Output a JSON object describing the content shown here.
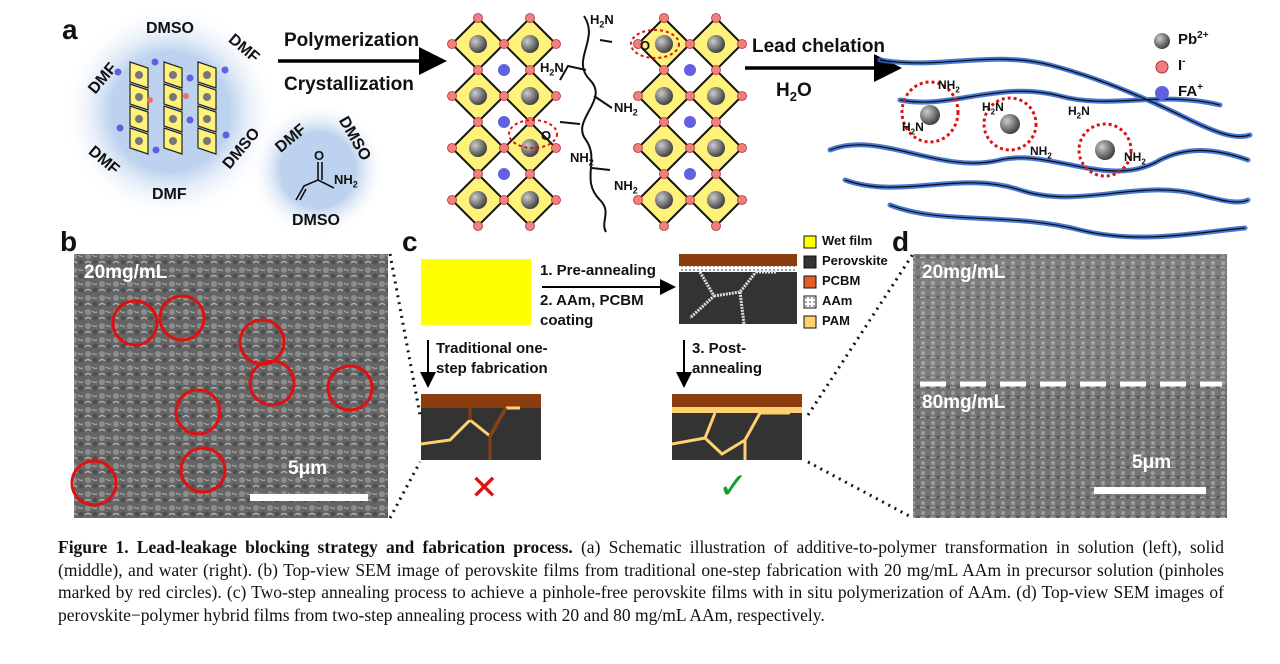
{
  "panels": {
    "a": "a",
    "b": "b",
    "c": "c",
    "d": "d"
  },
  "panel_a": {
    "solvents": [
      "DMSO",
      "DMF",
      "DMF",
      "DMSO",
      "DMF",
      "DMF",
      "DMSO",
      "DMSO"
    ],
    "arrow1_top": "Polymerization",
    "arrow1_bottom": "Crystallization",
    "arrow2_top": "Lead chelation",
    "arrow2_bottom": "H",
    "arrow2_sub": "2",
    "arrow2_tail": "O",
    "legend": [
      {
        "label": "Pb",
        "sup": "2+",
        "color": "#555555"
      },
      {
        "label": "I",
        "sup": "-",
        "color": "#e87070"
      },
      {
        "label": "FA",
        "sup": "+",
        "color": "#6060e0"
      }
    ],
    "nh2": "NH",
    "h2n": "H",
    "o": "O"
  },
  "panel_b": {
    "conc": "20mg/mL",
    "scale": "5μm"
  },
  "panel_c": {
    "step1": "1. Pre-annealing",
    "step2a": "2. AAm, PCBM",
    "step2b": "coating",
    "trad_a": "Traditional one-",
    "trad_b": "step fabrication",
    "step3a": "3. Post-",
    "step3b": "annealing",
    "legend": [
      {
        "label": "Wet film",
        "color": "#ffff00"
      },
      {
        "label": "Perovskite",
        "color": "#333333"
      },
      {
        "label": "PCBM",
        "color": "#e0602a"
      },
      {
        "label": "AAm",
        "color": "#cccccc"
      },
      {
        "label": "PAM",
        "color": "#ffd070"
      }
    ],
    "fail_mark": "✕",
    "pass_mark": "✓"
  },
  "panel_d": {
    "conc_top": "20mg/mL",
    "conc_bottom": "80mg/mL",
    "scale": "5μm"
  },
  "caption": {
    "title": "Figure 1. Lead-leakage blocking strategy and fabrication process.",
    "body": " (a) Schematic illustration of additive-to-polymer transformation in solution (left), solid (middle), and water (right). (b) Top-view SEM image of perovskite films from traditional one-step fabrication with 20 mg/mL AAm in precursor solution (pinholes marked by red circles). (c) Two-step annealing process to achieve a pinhole-free perovskite films with in situ polymerization of AAm. (d) Top-view SEM images of perovskite−polymer hybrid films from two-step annealing process with 20 and 80 mg/mL AAm, respectively."
  }
}
